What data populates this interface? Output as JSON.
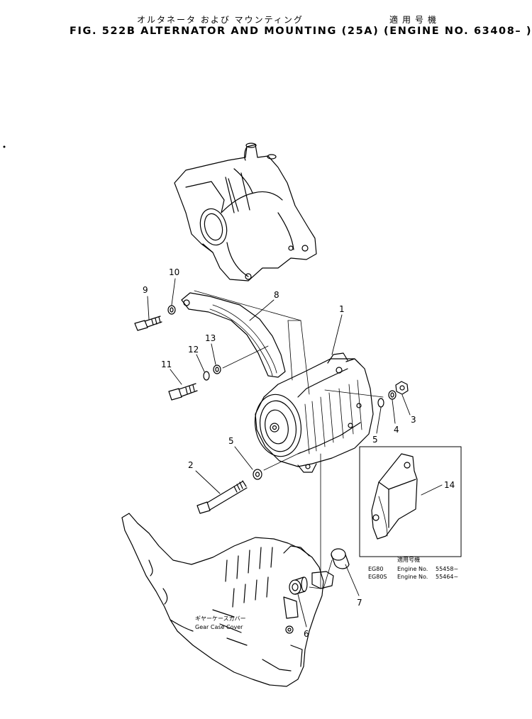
{
  "header": {
    "japanese_title": "オルタネータ および マウンティング",
    "japanese_applicability": "適用号機",
    "figure_title": "FIG. 522B  ALTERNATOR AND MOUNTING (25A) (ENGINE NO. 63408– )"
  },
  "callouts": [
    "1",
    "2",
    "3",
    "4",
    "5",
    "5",
    "6",
    "7",
    "8",
    "9",
    "10",
    "11",
    "12",
    "13",
    "14"
  ],
  "inset": {
    "heading": "適用号機",
    "rows": [
      {
        "model": "EG80",
        "label": "Engine No.",
        "number": "55458~"
      },
      {
        "model": "EG80S",
        "label": "Engine No.",
        "number": "55464~"
      }
    ]
  },
  "gear_case": {
    "japanese": "ギヤーケースカバー",
    "english": "Gear Case Cover"
  }
}
